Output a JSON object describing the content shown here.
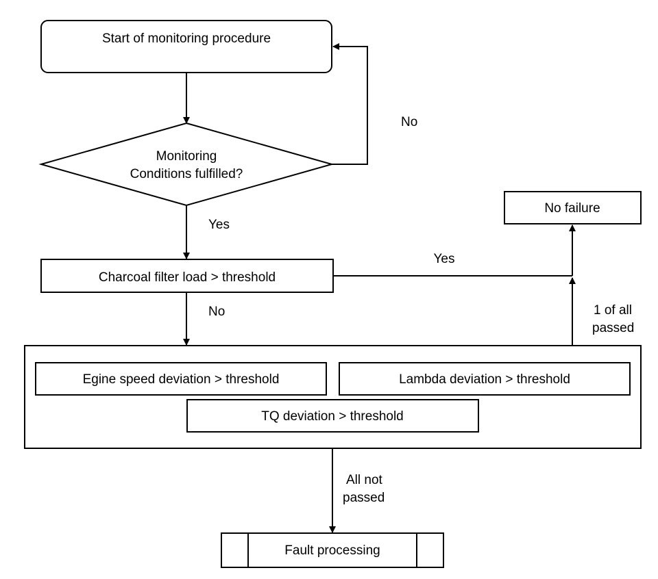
{
  "nodes": {
    "start": "Start of monitoring procedure",
    "decision_line1": "Monitoring",
    "decision_line2": "Conditions fulfilled?",
    "charcoal": "Charcoal filter load > threshold",
    "no_failure": "No failure",
    "engine_speed": "Egine speed deviation > threshold",
    "lambda": "Lambda deviation > threshold",
    "tq": "TQ deviation > threshold",
    "fault": "Fault processing"
  },
  "edges": {
    "no_loop": "No",
    "yes_to_charcoal": "Yes",
    "yes_to_no_failure": "Yes",
    "no_to_checks": "No",
    "one_passed_line1": "1 of all",
    "one_passed_line2": "passed",
    "all_not_passed_line1": "All not",
    "all_not_passed_line2": "passed"
  }
}
